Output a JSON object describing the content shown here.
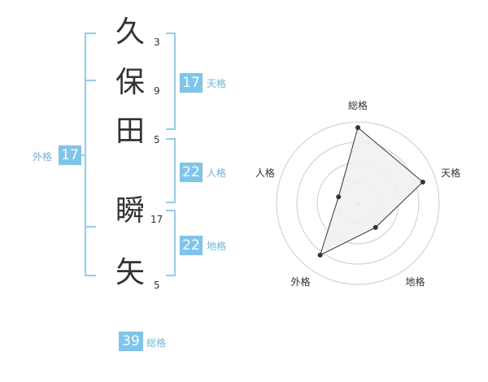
{
  "name_chars": [
    {
      "char": "久",
      "strokes": "3"
    },
    {
      "char": "保",
      "strokes": "9"
    },
    {
      "char": "田",
      "strokes": "5"
    },
    {
      "char": "瞬",
      "strokes": "17"
    },
    {
      "char": "矢",
      "strokes": "5"
    }
  ],
  "fortunes": {
    "tenkaku": {
      "value": "17",
      "label": "天格"
    },
    "jinkaku": {
      "value": "22",
      "label": "人格"
    },
    "chikaku": {
      "value": "22",
      "label": "地格"
    },
    "gaikaku": {
      "value": "17",
      "label": "外格"
    },
    "soukaku": {
      "value": "39",
      "label": "総格"
    }
  },
  "chart_data": {
    "type": "radar",
    "axes": [
      "総格",
      "天格",
      "地格",
      "外格",
      "人格"
    ],
    "values": [
      0.93,
      0.84,
      0.37,
      0.79,
      0.25
    ],
    "rings": 4,
    "colors": {
      "fill": "#f0f0f0",
      "line": "#333333",
      "ring": "#cccccc",
      "accent": "#7cc5ef"
    }
  }
}
